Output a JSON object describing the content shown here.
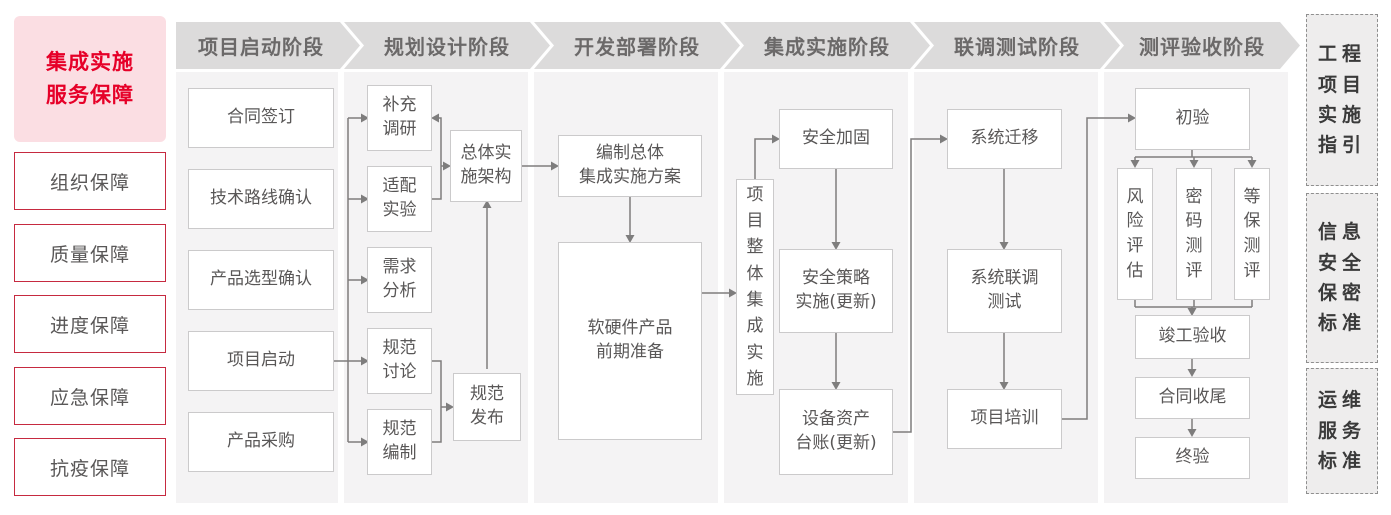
{
  "colors": {
    "accent_red": "#e60028",
    "pink_bg": "#fbdee3",
    "red_border": "#c62a40",
    "band_gray": "#f4f3f4",
    "chevron_gray": "#dcdbdb",
    "box_border": "#cbcacb",
    "text_gray": "#595757",
    "arrow_gray": "#7e7d7d"
  },
  "sidebar": {
    "title": "集成实施\n服务保障",
    "items": [
      {
        "label": "组织保障"
      },
      {
        "label": "质量保障"
      },
      {
        "label": "进度保障"
      },
      {
        "label": "应急保障"
      },
      {
        "label": "抗疫保障"
      }
    ]
  },
  "phases": [
    {
      "label": "项目启动阶段"
    },
    {
      "label": "规划设计阶段"
    },
    {
      "label": "开发部署阶段"
    },
    {
      "label": "集成实施阶段"
    },
    {
      "label": "联调测试阶段"
    },
    {
      "label": "测评验收阶段"
    }
  ],
  "flow": {
    "startup": {
      "boxes": [
        "合同签订",
        "技术路线确认",
        "产品选型确认",
        "项目启动",
        "产品采购"
      ]
    },
    "planning": {
      "inputs": [
        "补充\n调研",
        "适配\n实验",
        "需求\n分析",
        "规范\n讨论",
        "规范\n编制"
      ],
      "architecture": "总体实\n施架构",
      "publish": "规范\n发布"
    },
    "deployment": {
      "plan": "编制总体\n集成实施方案",
      "preparation": "软硬件产品\n前期准备"
    },
    "integration": {
      "overall": "项\n目\n整\n体\n集\n成\n实\n施",
      "steps": [
        "安全加固",
        "安全策略\n实施(更新)",
        "设备资产\n台账(更新)"
      ]
    },
    "testing": {
      "steps": [
        "系统迁移",
        "系统联调\n测试",
        "项目培训"
      ]
    },
    "acceptance": {
      "initial": "初验",
      "evaluations": [
        "风\n险\n评\n估",
        "密\n码\n测\n评",
        "等\n保\n测\n评"
      ],
      "closing": [
        "竣工验收",
        "合同收尾",
        "终验"
      ]
    }
  },
  "references": [
    {
      "label": "工程\n项目\n实施\n指引"
    },
    {
      "label": "信息\n安全\n保密\n标准"
    },
    {
      "label": "运维\n服务\n标准"
    }
  ]
}
